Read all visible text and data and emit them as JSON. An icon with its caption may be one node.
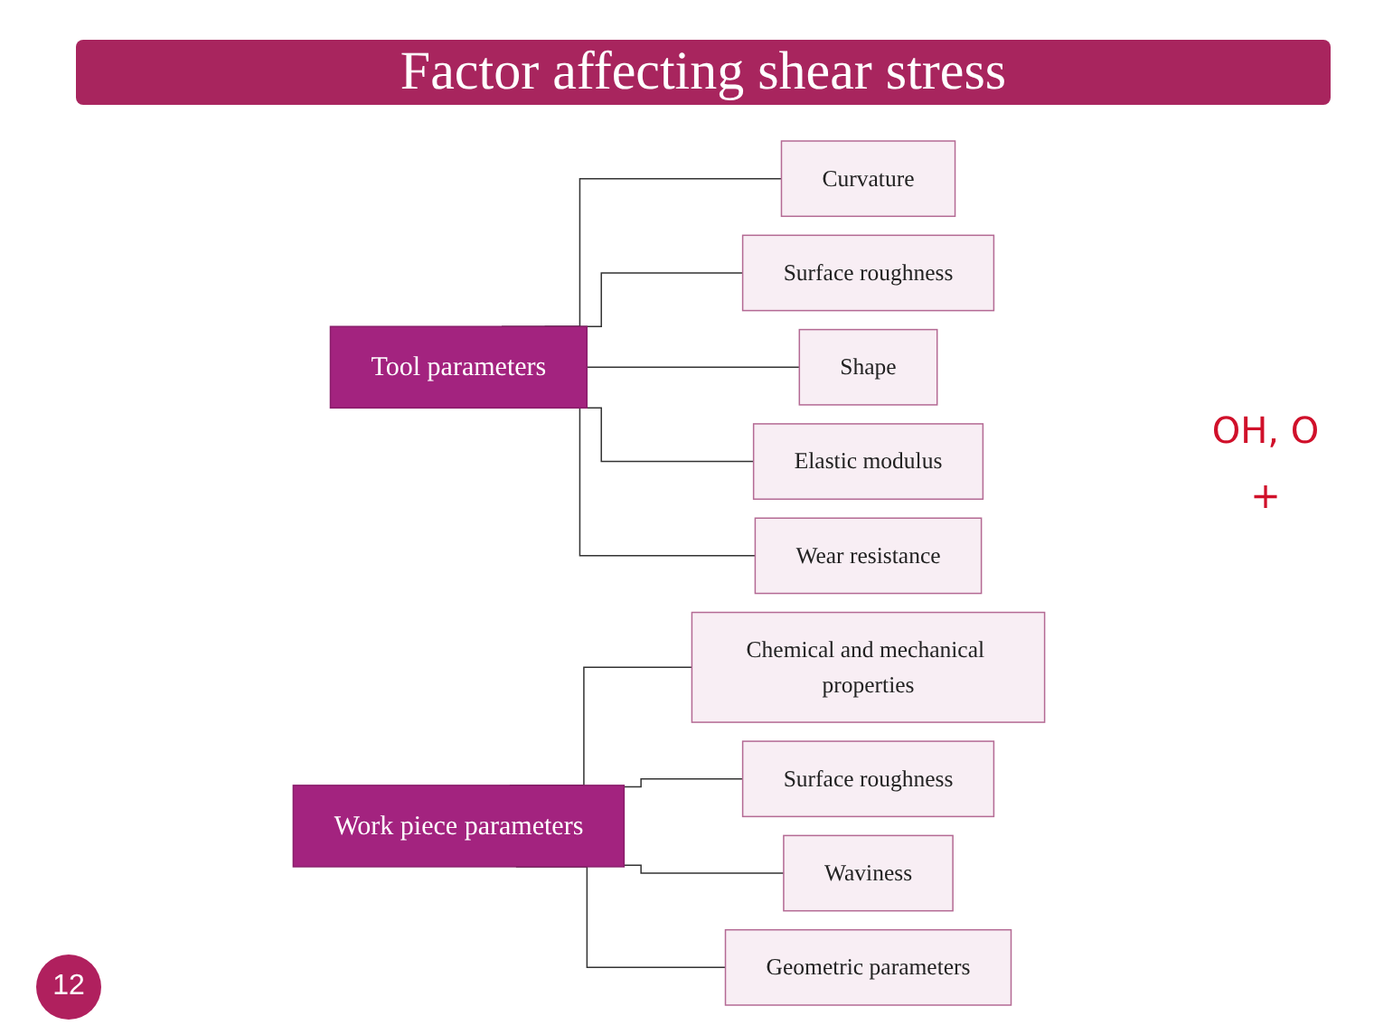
{
  "diagram": {
    "title": "Factor affecting shear stress",
    "nodes": [
      {
        "text": [
          "Tool parameters"
        ]
      },
      {
        "text": [
          "Curvature"
        ]
      },
      {
        "text": [
          "Surface roughness"
        ]
      },
      {
        "text": [
          "Shape"
        ]
      },
      {
        "text": [
          "Elastic modulus"
        ]
      },
      {
        "text": [
          "Wear resistance"
        ]
      },
      {
        "text": [
          "Work piece parameters"
        ]
      },
      {
        "text": [
          "Chemical and mechanical properties"
        ]
      },
      {
        "text": [
          "Surface roughness"
        ]
      },
      {
        "text": [
          "Waviness"
        ]
      },
      {
        "text": [
          "Geometric parameters"
        ]
      }
    ],
    "edges": [
      {
        "from": 0,
        "to": 1,
        "arrow": "none"
      },
      {
        "from": 0,
        "to": 2,
        "arrow": "none"
      },
      {
        "from": 0,
        "to": 3,
        "arrow": "none"
      },
      {
        "from": 0,
        "to": 4,
        "arrow": "none"
      },
      {
        "from": 0,
        "to": 5,
        "arrow": "none"
      },
      {
        "from": 6,
        "to": 7,
        "arrow": "none"
      },
      {
        "from": 6,
        "to": 8,
        "arrow": "none"
      },
      {
        "from": 6,
        "to": 9,
        "arrow": "none"
      },
      {
        "from": 6,
        "to": 10,
        "arrow": "none"
      }
    ],
    "labels": [
      "OH, O",
      "+",
      "12"
    ]
  }
}
